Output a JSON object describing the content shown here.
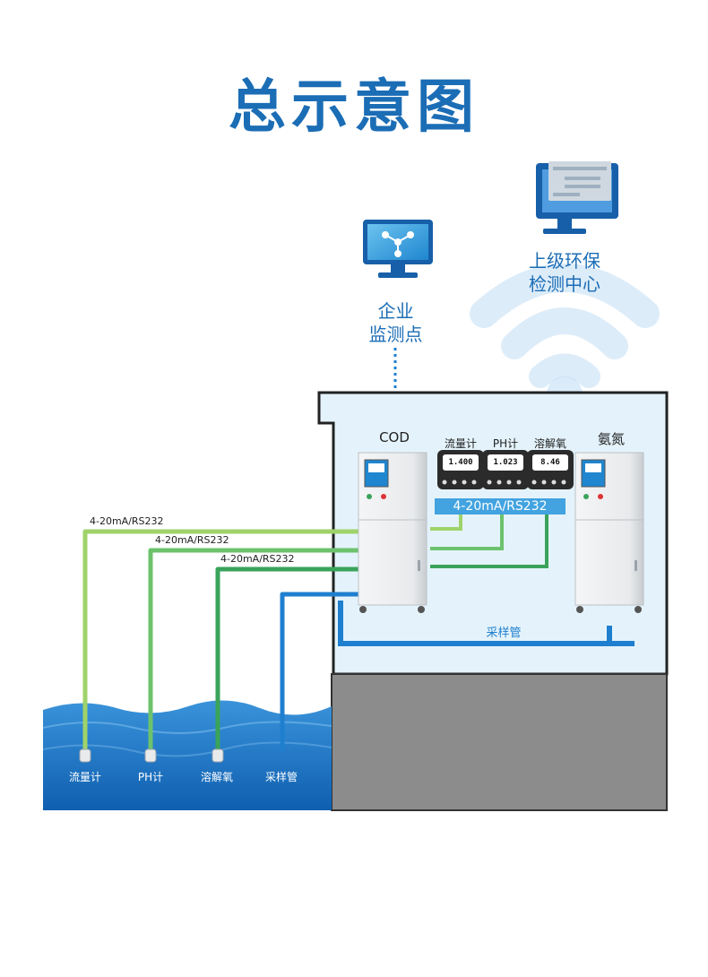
{
  "title": "总示意图",
  "nodes": {
    "center_top": "上级环保",
    "center_bottom": "检测中心",
    "enterprise_top": "企业",
    "enterprise_bottom": "监测点"
  },
  "analyzers": {
    "cod": "COD",
    "ammonia": "氨氮",
    "flowmeter": "流量计",
    "ph": "PH计",
    "do": "溶解氧"
  },
  "meter_readings": {
    "flowmeter": "1.400",
    "ph": "1.023",
    "do": "8.46"
  },
  "signal": {
    "bus": "4-20mA/RS232",
    "line1": "4-20mA/RS232",
    "line2": "4-20mA/RS232",
    "line3": "4-20mA/RS232"
  },
  "sampling_pipe": "采样管",
  "sensors": [
    "流量计",
    "PH计",
    "溶解氧",
    "采样管"
  ],
  "colors": {
    "title": "#1b6db5",
    "light_green": "#9fd36a",
    "green": "#4fbb4f",
    "dark_green": "#2e9e45",
    "pipe_blue": "#1f7fcf",
    "room": "#e4f3fb",
    "floor": "#8c8c8c",
    "water": "#1a73c7"
  }
}
